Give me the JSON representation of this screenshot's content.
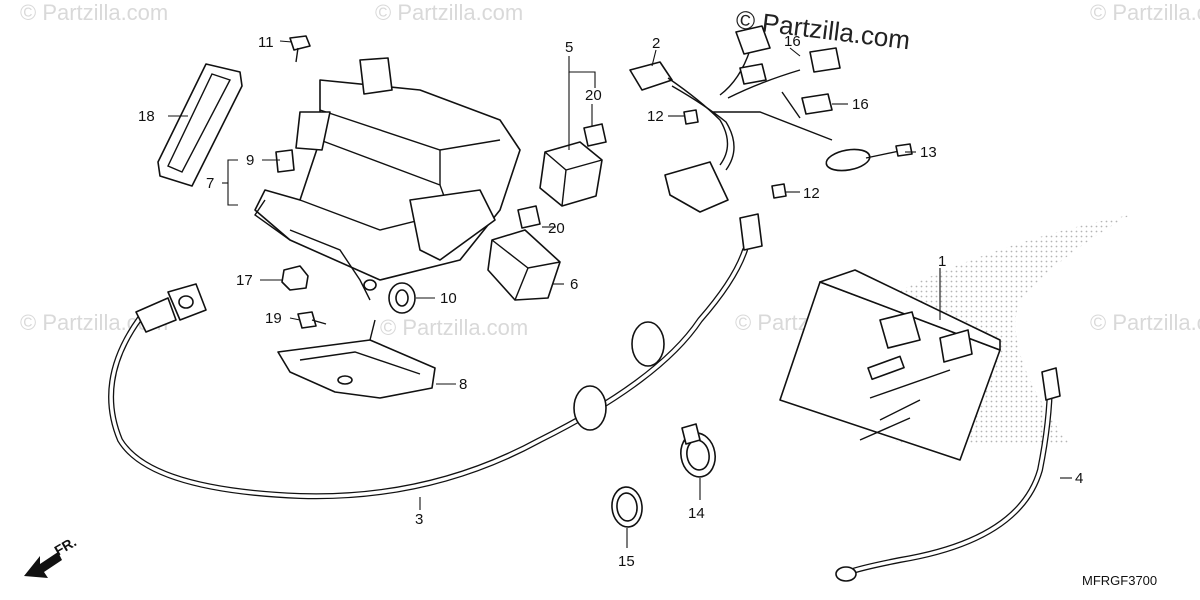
{
  "watermark": {
    "site": "© Partzilla.com",
    "main": "© Partzilla.com"
  },
  "diagram_code": "MFRGF3700",
  "front_marker": "FR.",
  "callouts": [
    {
      "id": "c1",
      "text": "1"
    },
    {
      "id": "c2",
      "text": "2"
    },
    {
      "id": "c3",
      "text": "3"
    },
    {
      "id": "c4",
      "text": "4"
    },
    {
      "id": "c5",
      "text": "5"
    },
    {
      "id": "c6",
      "text": "6"
    },
    {
      "id": "c7",
      "text": "7"
    },
    {
      "id": "c8",
      "text": "8"
    },
    {
      "id": "c9",
      "text": "9"
    },
    {
      "id": "c10",
      "text": "10"
    },
    {
      "id": "c11",
      "text": "11"
    },
    {
      "id": "c12a",
      "text": "12"
    },
    {
      "id": "c12b",
      "text": "12"
    },
    {
      "id": "c13",
      "text": "13"
    },
    {
      "id": "c14",
      "text": "14"
    },
    {
      "id": "c15",
      "text": "15"
    },
    {
      "id": "c16a",
      "text": "16"
    },
    {
      "id": "c16b",
      "text": "16"
    },
    {
      "id": "c17",
      "text": "17"
    },
    {
      "id": "c18",
      "text": "18"
    },
    {
      "id": "c19",
      "text": "19"
    },
    {
      "id": "c20a",
      "text": "20"
    },
    {
      "id": "c20b",
      "text": "20"
    }
  ]
}
